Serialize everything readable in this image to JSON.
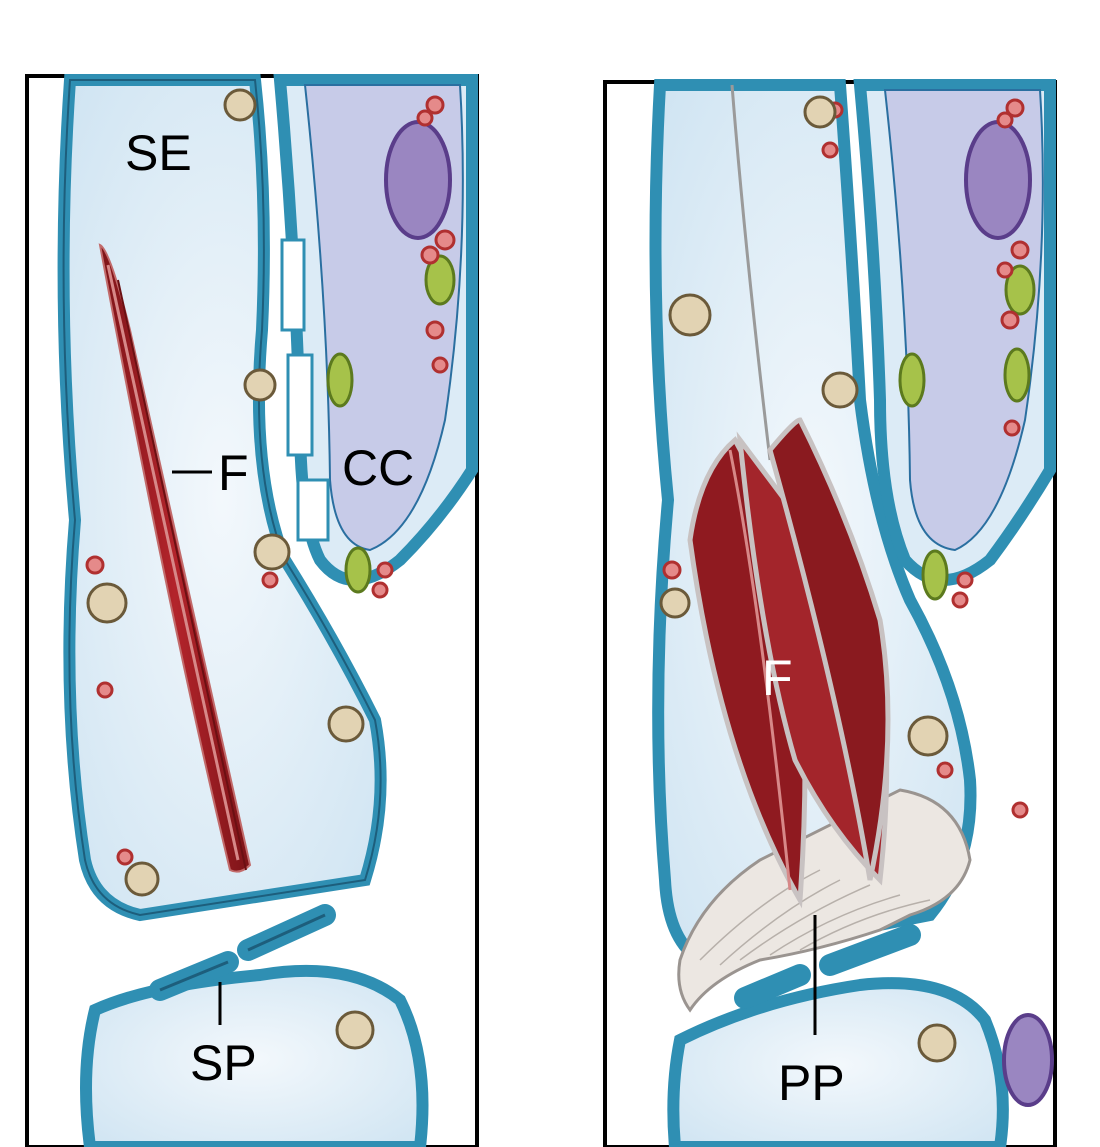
{
  "left_panel": {
    "labels": {
      "sieve_element": "SE",
      "forisome": "F",
      "companion_cell": "CC",
      "sieve_plate": "SP"
    }
  },
  "right_panel": {
    "labels": {
      "forisome": "F",
      "plugged_plate": "PP"
    }
  },
  "colors": {
    "cytoplasm": "#dcebf6",
    "wall": "#2f8fb3",
    "wall_dark": "#1d5e7c",
    "forisome": "#9b1b22",
    "companion_vacuole": "#c7cbe8",
    "nucleus": "#9a86c1",
    "chloroplast": "#a6c24a",
    "vesicle": "#e2d3b3"
  }
}
